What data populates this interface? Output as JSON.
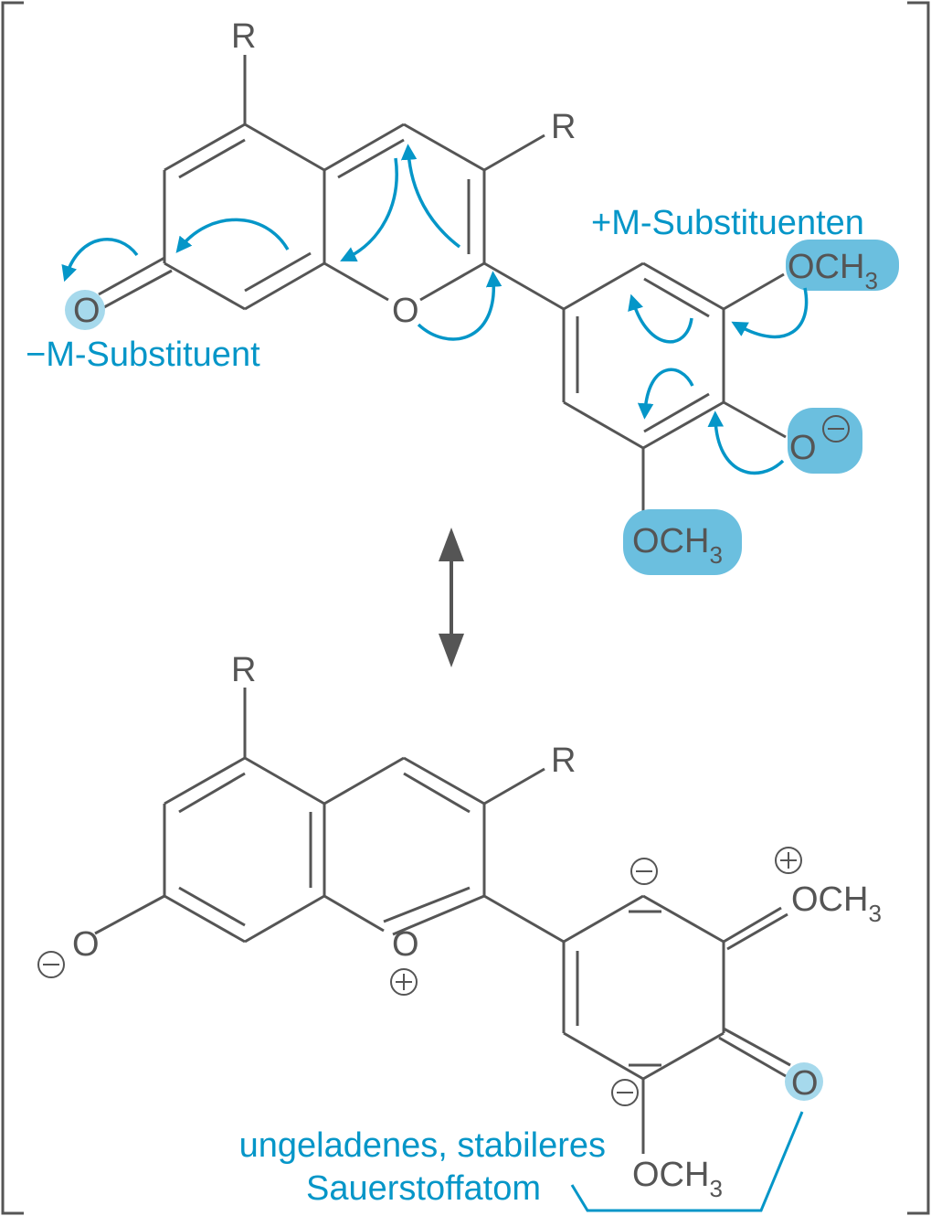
{
  "diagram": {
    "type": "resonance-structures",
    "colors": {
      "bond": "#555555",
      "accent": "#0596c8",
      "highlight": "#6bbfdf"
    },
    "top_structure": {
      "substituent_r1": "R",
      "substituent_r2": "R",
      "ring_oxygen": "O",
      "carbonyl_oxygen": "O",
      "minus_m_label": "−M-Substituent",
      "plus_m_label": "+M-Substituenten",
      "och3_top": {
        "main": "OCH",
        "sub": "3"
      },
      "phenolate": {
        "main": "O",
        "charge": "minus"
      },
      "och3_bottom": {
        "main": "OCH",
        "sub": "3"
      }
    },
    "resonance_arrow": "double-headed-arrow",
    "bottom_structure": {
      "substituent_r1": "R",
      "substituent_r2": "R",
      "phenolate_oxygen": "O",
      "oxonium_oxygen": "O",
      "och3_top": {
        "main": "OCH",
        "sub": "3"
      },
      "carbonyl_oxygen": "O",
      "och3_bottom": {
        "main": "OCH",
        "sub": "3"
      },
      "annotation_line1": "ungeladenes, stabileres",
      "annotation_line2": "Sauerstoffatom"
    }
  }
}
